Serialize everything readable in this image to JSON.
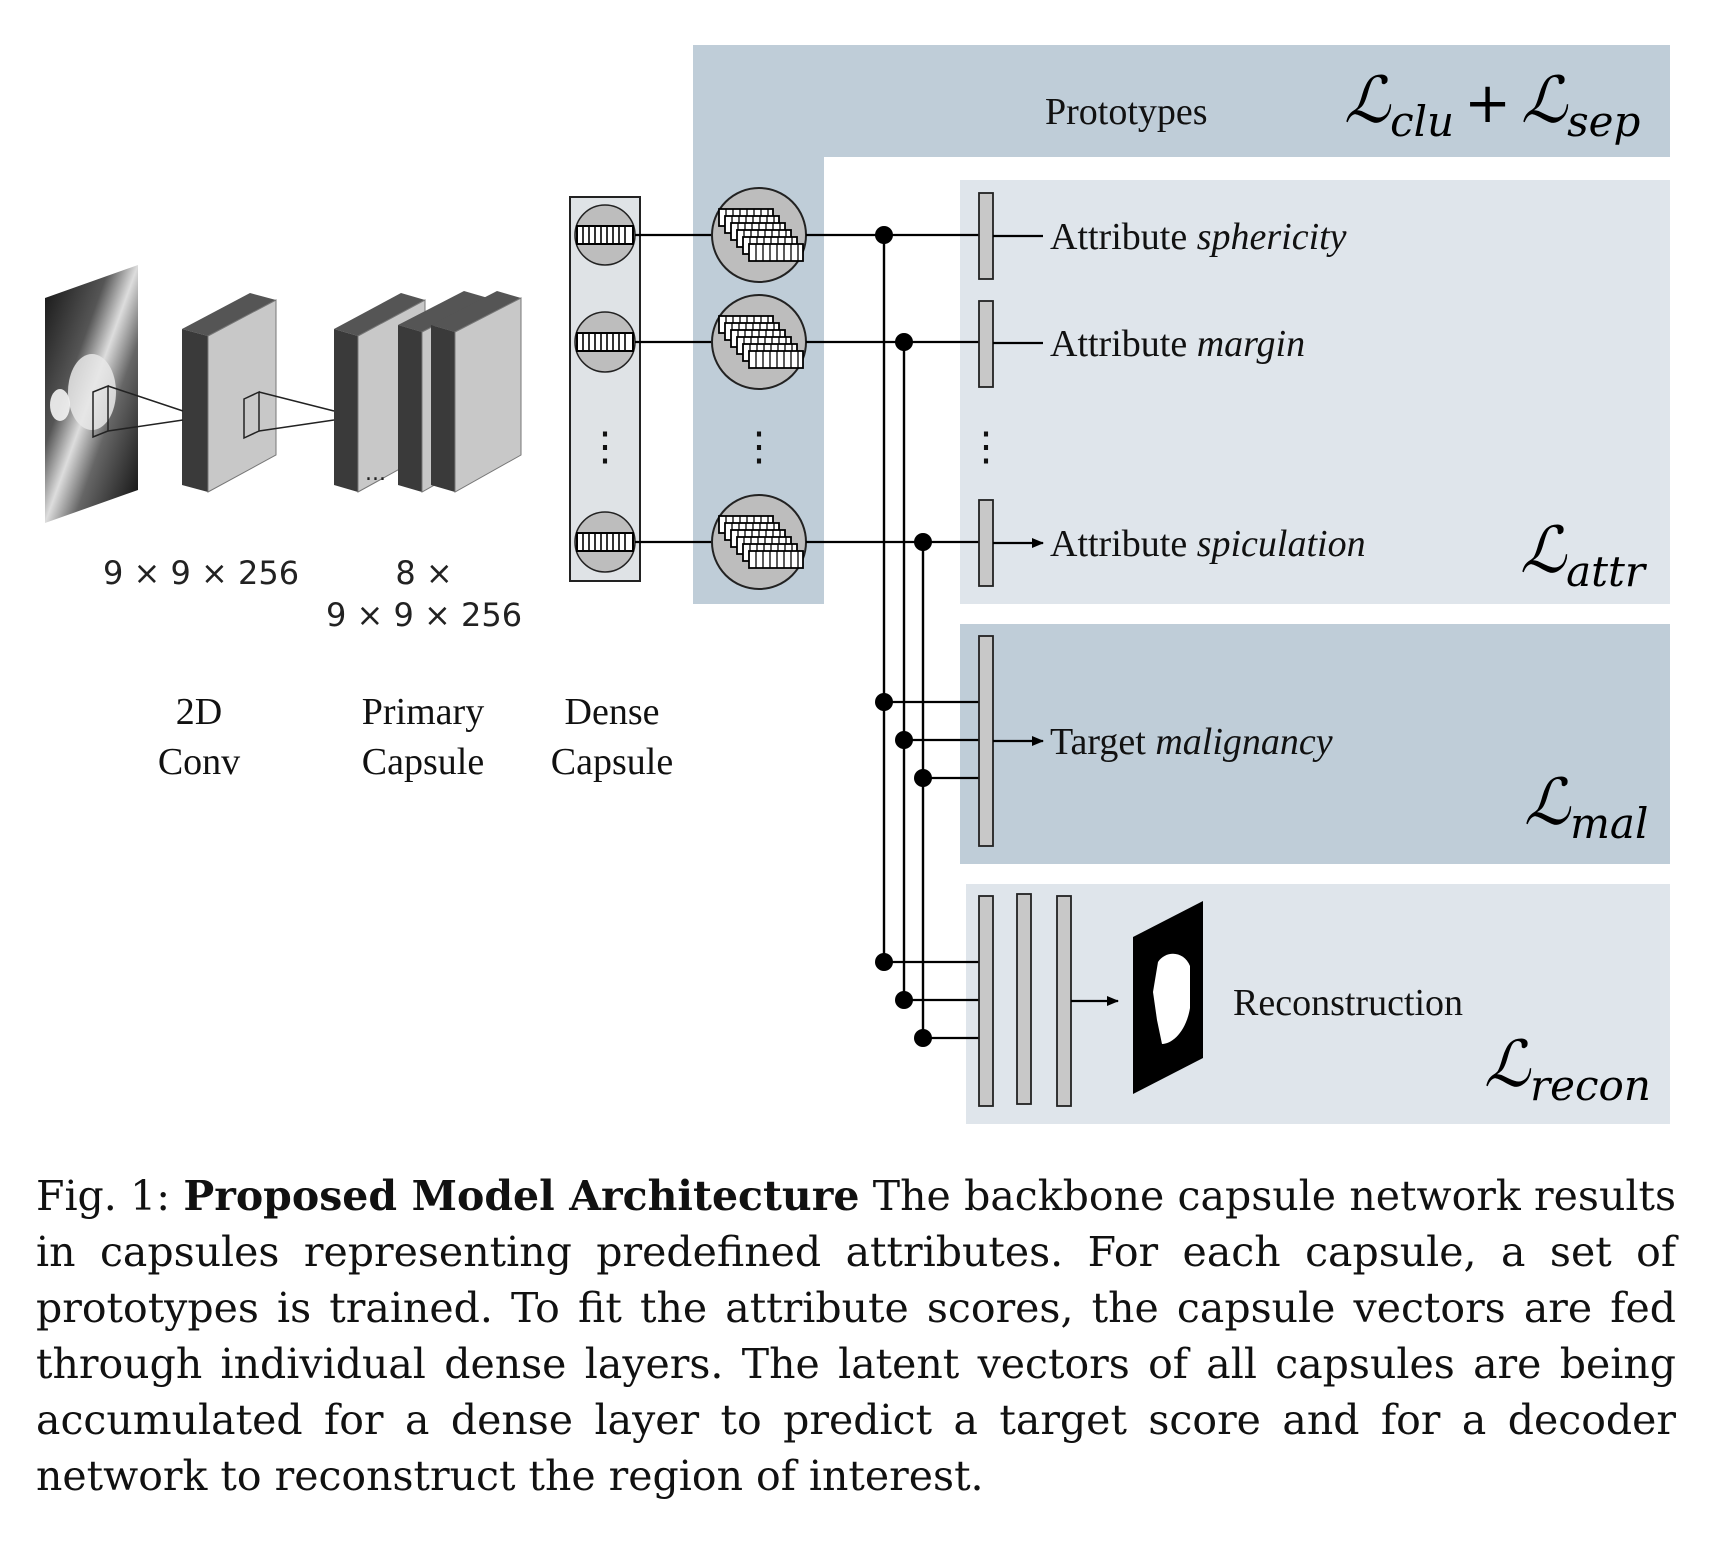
{
  "prototypes_label": "Prototypes",
  "losses": {
    "clu_sep": {
      "base": "ℒ",
      "sub1": "clu",
      "op": "+",
      "sub2": "sep"
    },
    "attr": {
      "base": "ℒ",
      "sub": "attr"
    },
    "mal": {
      "base": "ℒ",
      "sub": "mal"
    },
    "recon": {
      "base": "ℒ",
      "sub": "recon"
    }
  },
  "layers": {
    "conv": {
      "dims": "9 × 9 × 256",
      "name_line1": "2D",
      "name_line2": "Conv"
    },
    "primary": {
      "dims_line1": "8 ×",
      "dims_line2": "9 × 9 × 256",
      "name_line1": "Primary",
      "name_line2": "Capsule",
      "ellipsis": "..."
    },
    "dense": {
      "name_line1": "Dense",
      "name_line2": "Capsule"
    }
  },
  "outputs": {
    "attribute_prefix": "Attribute",
    "attr1": "sphericity",
    "attr2": "margin",
    "attr3": "spiculation",
    "target_prefix": "Target",
    "target": "malignancy",
    "reconstruction": "Reconstruction"
  },
  "vdots": "⋮",
  "caption": {
    "prefix": "Fig. 1: ",
    "title": "Proposed Model Architecture",
    "body": " The backbone capsule network results in capsules representing predefined attributes. For each capsule, a set of prototypes is trained. To fit the attribute scores, the capsule vectors are fed through individual dense layers. The latent vectors of all capsules are being accumulated for a dense layer to predict a target score and for a decoder network to reconstruct the region of interest."
  },
  "colors": {
    "dark_panel": "#bfcdd8",
    "light_panel": "#dfe5eb",
    "layer_face": "#c8c8c8",
    "layer_side": "#3a3a3a",
    "capsule_circle": "#bdbdbd"
  }
}
